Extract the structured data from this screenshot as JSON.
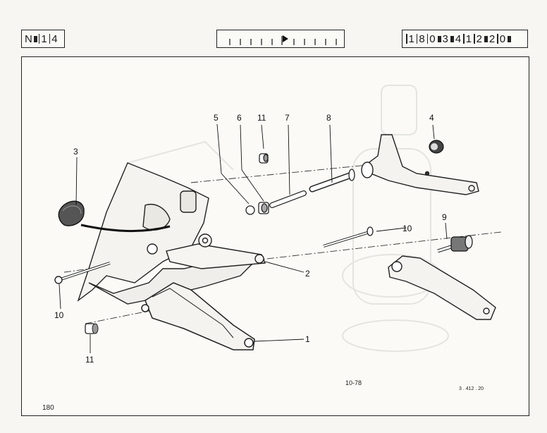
{
  "header": {
    "sheet_code": {
      "letter": "N",
      "digits": [
        "1",
        "4"
      ]
    },
    "ref_number": {
      "groups": [
        "1",
        "8",
        "0",
        "3",
        "4",
        "1",
        "2",
        "2",
        "0"
      ]
    }
  },
  "diagram": {
    "callouts": [
      "5",
      "6",
      "11",
      "7",
      "8",
      "4",
      "3",
      "10",
      "9",
      "2",
      "10",
      "1",
      "11"
    ]
  },
  "footer": {
    "date_code": "10-78",
    "plate_code": "3 . 412 . 20",
    "page_number": "180"
  }
}
